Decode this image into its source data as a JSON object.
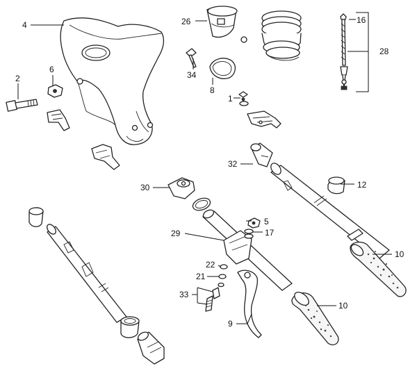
{
  "callouts": {
    "c4": "4",
    "c2": "2",
    "c6": "6",
    "c26": "26",
    "c34": "34",
    "c8": "8",
    "c1": "1",
    "c16": "16",
    "c28": "28",
    "c32": "32",
    "c12": "12",
    "c30": "30",
    "c5": "5",
    "c17": "17",
    "c29": "29",
    "c10a": "10",
    "c22": "22",
    "c21": "21",
    "c33": "33",
    "c10b": "10",
    "c9": "9"
  }
}
